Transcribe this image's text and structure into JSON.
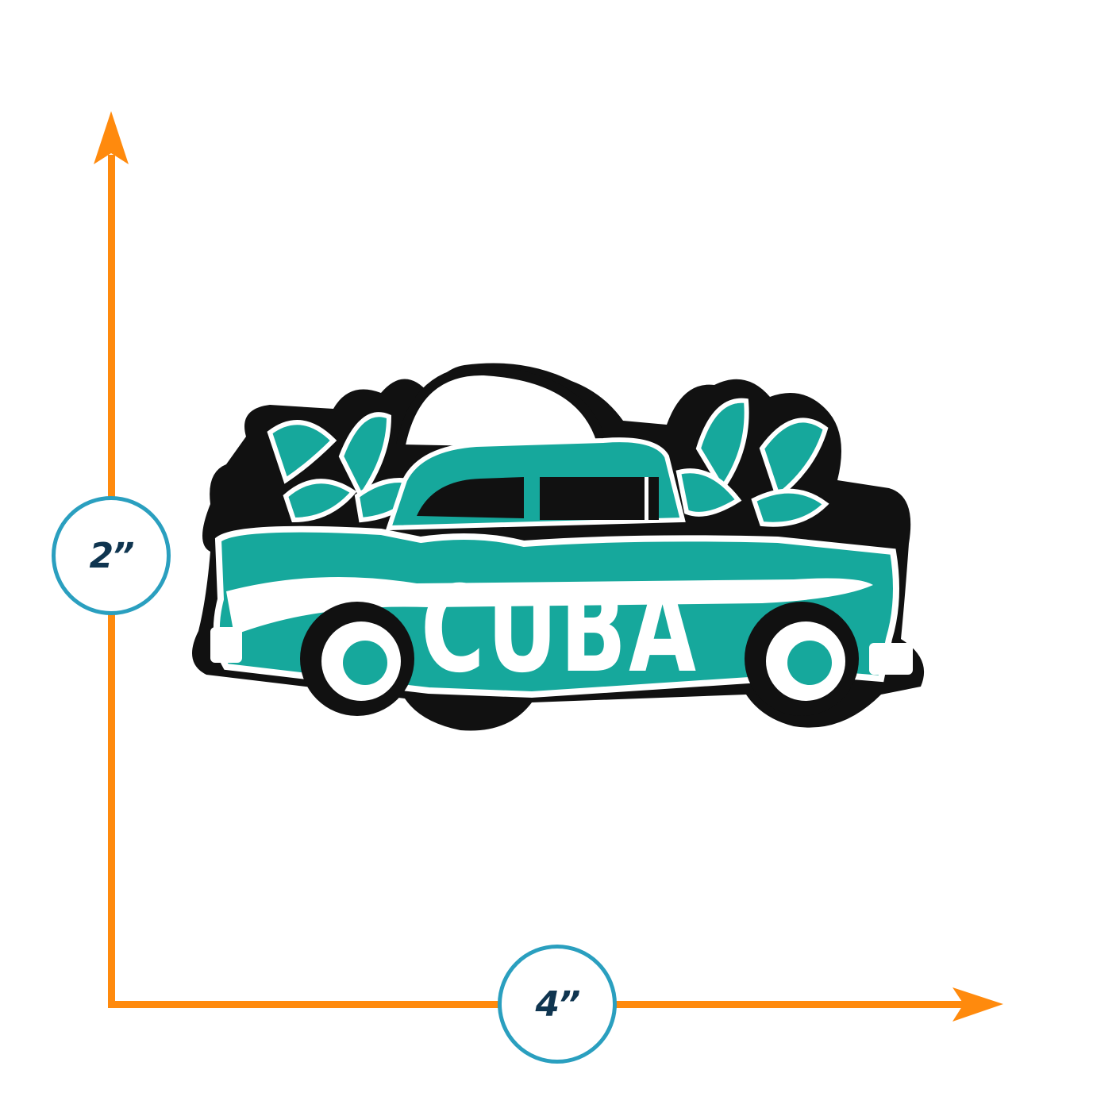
{
  "diagram": {
    "type": "product-dimension-diagram",
    "subject": "sticker",
    "sticker_text": "CUBA",
    "colors": {
      "arrow": "#ff8a0d",
      "circle_border": "#2a9fbf",
      "label_text": "#0f3550",
      "sticker_teal": "#16a89c",
      "sticker_outline": "#111111",
      "sticker_white": "#ffffff"
    },
    "height_dimension": {
      "label": "2”",
      "axis": "vertical"
    },
    "width_dimension": {
      "label": "4”",
      "axis": "horizontal"
    }
  }
}
